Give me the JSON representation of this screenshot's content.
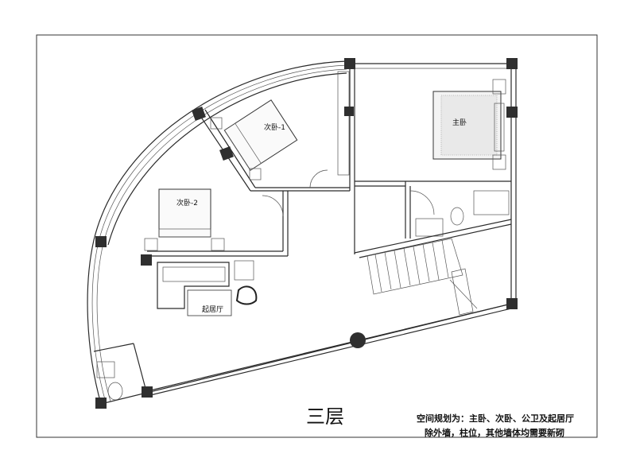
{
  "title": "三层",
  "rooms": {
    "master_bedroom": "主卧",
    "bedroom_1": "次卧-1",
    "bedroom_2": "次卧-2",
    "living_room": "起居厅"
  },
  "notes": [
    "空间规划为：主卧、次卧、公卫及起居厅",
    "除外墙，柱位，其他墙体均需要新砌"
  ]
}
